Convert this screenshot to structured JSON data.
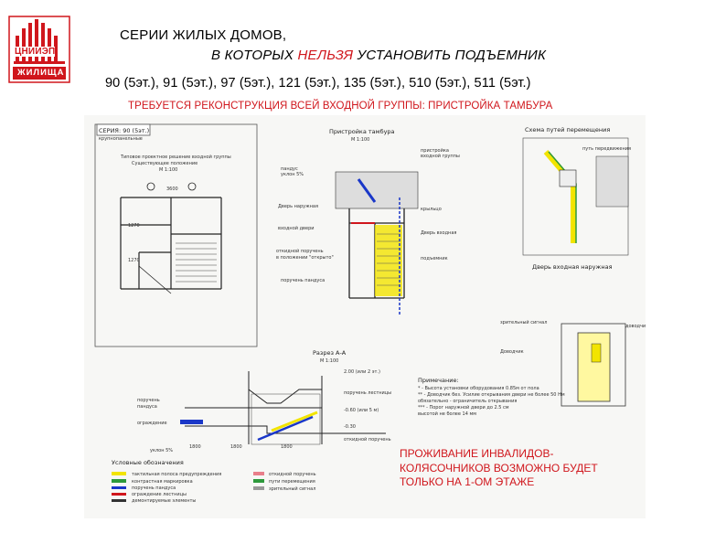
{
  "logo": {
    "text_top": "ЦНИИЭП",
    "text_bottom": "ЖИЛИЩА",
    "color": "#d0161c"
  },
  "header": {
    "line1": "СЕРИИ ЖИЛЫХ ДОМОВ,",
    "line2_prefix": "В КОТОРЫХ ",
    "line2_emphasis": "НЕЛЬЗЯ",
    "line2_suffix": " УСТАНОВИТЬ ПОДЪЕМНИК",
    "series_list": "90 (5эт.), 91 (5эт.), 97 (5эт.), 121 (5эт.), 135 (5эт.), 510 (5эт.), 511 (5эт.)",
    "subtitle": "ТРЕБУЕТСЯ РЕКОНСТРУКЦИЯ ВСЕЙ ВХОДНОЙ ГРУППЫ: ПРИСТРОЙКА ТАМБУРА"
  },
  "drawing": {
    "series_label": "СЕРИЯ: 90 (5эт.)",
    "plan_title": "Пристройка тамбура",
    "scheme_title": "Схема путей перемещения",
    "section_title": "Разрез А-А",
    "door_title": "Дверь входная наружная",
    "legend_title": "Условные обозначения",
    "notes_title": "Примечание:"
  },
  "note": "ПРОЖИВАНИЕ ИНВАЛИДОВ-\nКОЛЯСОЧНИКОВ ВОЗМОЖНО БУДЕТ\nТОЛЬКО НА 1-ОМ ЭТАЖЕ",
  "colors": {
    "accent_red": "#d0161c",
    "yellow": "#f2e400",
    "blue": "#1a37c8",
    "green": "#2e9a3c"
  }
}
